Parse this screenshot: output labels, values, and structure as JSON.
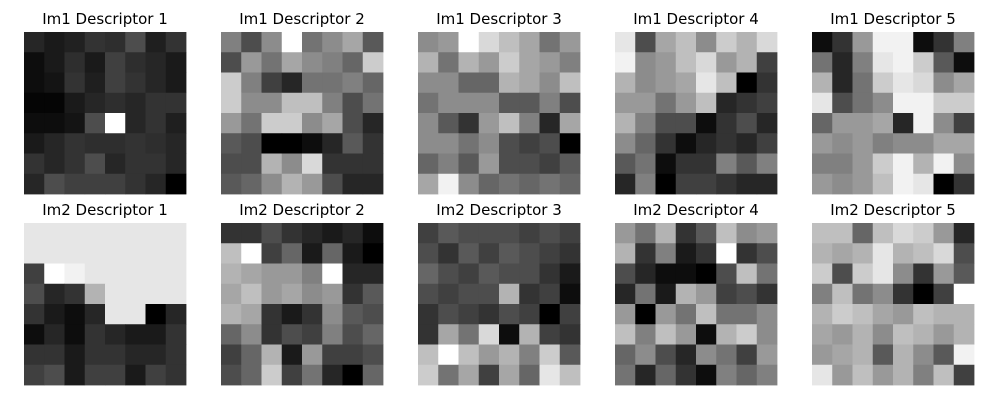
{
  "chart_data": {
    "type": "heatmap",
    "colormap": "gray",
    "value_range": [
      0,
      1
    ],
    "axes": "off",
    "grid": [
      2,
      5
    ],
    "panels": [
      {
        "title": "Im1 Descriptor 1",
        "values": [
          [
            0.15,
            0.1,
            0.13,
            0.2,
            0.18,
            0.3,
            0.12,
            0.2
          ],
          [
            0.05,
            0.1,
            0.18,
            0.1,
            0.25,
            0.18,
            0.15,
            0.1
          ],
          [
            0.05,
            0.08,
            0.2,
            0.12,
            0.25,
            0.2,
            0.15,
            0.1
          ],
          [
            0.02,
            0.02,
            0.1,
            0.15,
            0.18,
            0.15,
            0.2,
            0.2
          ],
          [
            0.05,
            0.05,
            0.08,
            0.3,
            1.0,
            0.15,
            0.2,
            0.12
          ],
          [
            0.1,
            0.15,
            0.2,
            0.18,
            0.18,
            0.2,
            0.18,
            0.15
          ],
          [
            0.2,
            0.15,
            0.2,
            0.3,
            0.15,
            0.2,
            0.2,
            0.15
          ],
          [
            0.15,
            0.3,
            0.25,
            0.25,
            0.25,
            0.2,
            0.15,
            0.0
          ]
        ]
      },
      {
        "title": "Im1 Descriptor 2",
        "values": [
          [
            0.5,
            0.3,
            0.55,
            1.0,
            0.45,
            0.55,
            0.65,
            0.35
          ],
          [
            0.3,
            0.6,
            0.45,
            0.65,
            0.55,
            0.5,
            0.4,
            0.8
          ],
          [
            0.8,
            0.5,
            0.25,
            0.15,
            0.45,
            0.45,
            0.5,
            0.4
          ],
          [
            0.8,
            0.55,
            0.55,
            0.75,
            0.75,
            0.5,
            0.3,
            0.45
          ],
          [
            0.6,
            0.45,
            0.8,
            0.8,
            0.55,
            0.65,
            0.3,
            0.15
          ],
          [
            0.35,
            0.3,
            0.0,
            0.0,
            0.05,
            0.15,
            0.35,
            0.2
          ],
          [
            0.3,
            0.3,
            0.7,
            0.55,
            0.85,
            0.2,
            0.2,
            0.2
          ],
          [
            0.35,
            0.4,
            0.55,
            0.7,
            0.6,
            0.3,
            0.15,
            0.15
          ]
        ]
      },
      {
        "title": "Im1 Descriptor 3",
        "values": [
          [
            0.55,
            0.6,
            1.0,
            0.85,
            0.75,
            0.65,
            0.45,
            0.6
          ],
          [
            0.7,
            0.45,
            0.7,
            0.6,
            0.8,
            0.65,
            0.6,
            0.5
          ],
          [
            0.55,
            0.55,
            0.4,
            0.4,
            0.7,
            0.65,
            0.55,
            0.75
          ],
          [
            0.45,
            0.55,
            0.55,
            0.55,
            0.35,
            0.35,
            0.5,
            0.3
          ],
          [
            0.55,
            0.35,
            0.2,
            0.6,
            0.75,
            0.5,
            0.15,
            0.65
          ],
          [
            0.55,
            0.55,
            0.45,
            0.55,
            0.3,
            0.25,
            0.3,
            0.0
          ],
          [
            0.4,
            0.5,
            0.35,
            0.6,
            0.3,
            0.3,
            0.25,
            0.35
          ],
          [
            0.65,
            0.95,
            0.55,
            0.4,
            0.45,
            0.4,
            0.45,
            0.4
          ]
        ]
      },
      {
        "title": "Im1 Descriptor 4",
        "values": [
          [
            0.9,
            0.3,
            0.65,
            0.75,
            0.55,
            0.8,
            0.7,
            0.85
          ],
          [
            0.95,
            0.55,
            0.6,
            0.75,
            0.85,
            0.6,
            0.7,
            0.25
          ],
          [
            0.7,
            0.55,
            0.6,
            0.65,
            0.9,
            0.75,
            0.0,
            0.2
          ],
          [
            0.6,
            0.6,
            0.45,
            0.6,
            0.75,
            0.15,
            0.2,
            0.25
          ],
          [
            0.7,
            0.5,
            0.3,
            0.3,
            0.05,
            0.2,
            0.3,
            0.15
          ],
          [
            0.55,
            0.4,
            0.2,
            0.05,
            0.15,
            0.2,
            0.15,
            0.25
          ],
          [
            0.35,
            0.45,
            0.05,
            0.2,
            0.2,
            0.5,
            0.35,
            0.5
          ],
          [
            0.15,
            0.5,
            0.0,
            0.25,
            0.25,
            0.2,
            0.15,
            0.15
          ]
        ]
      },
      {
        "title": "Im1 Descriptor 5",
        "values": [
          [
            0.05,
            0.2,
            0.6,
            0.95,
            0.95,
            0.05,
            0.2,
            0.5
          ],
          [
            0.45,
            0.15,
            0.5,
            0.9,
            0.95,
            0.8,
            0.35,
            0.05
          ],
          [
            0.7,
            0.15,
            0.45,
            0.8,
            0.9,
            0.85,
            0.55,
            0.65
          ],
          [
            0.9,
            0.3,
            0.45,
            0.55,
            0.95,
            0.95,
            0.8,
            0.8
          ],
          [
            0.4,
            0.6,
            0.6,
            0.65,
            0.15,
            0.95,
            0.55,
            0.25
          ],
          [
            0.6,
            0.55,
            0.6,
            0.5,
            0.55,
            0.55,
            0.65,
            0.65
          ],
          [
            0.5,
            0.5,
            0.6,
            0.8,
            0.95,
            0.7,
            0.95,
            0.55
          ],
          [
            0.6,
            0.55,
            0.6,
            0.75,
            0.95,
            0.9,
            0.0,
            0.2
          ]
        ]
      },
      {
        "title": "Im2 Descriptor 1",
        "values": [
          [
            0.9,
            0.9,
            0.9,
            0.9,
            0.9,
            0.9,
            0.9,
            0.9
          ],
          [
            0.9,
            0.9,
            0.9,
            0.9,
            0.9,
            0.9,
            0.9,
            0.9
          ],
          [
            0.25,
            1.0,
            0.95,
            0.9,
            0.9,
            0.9,
            0.9,
            0.9
          ],
          [
            0.3,
            0.15,
            0.2,
            0.7,
            0.9,
            0.9,
            0.9,
            0.9
          ],
          [
            0.2,
            0.1,
            0.05,
            0.15,
            0.9,
            0.9,
            0.0,
            0.15
          ],
          [
            0.05,
            0.15,
            0.05,
            0.2,
            0.15,
            0.1,
            0.1,
            0.2
          ],
          [
            0.2,
            0.2,
            0.1,
            0.2,
            0.2,
            0.15,
            0.15,
            0.2
          ],
          [
            0.25,
            0.3,
            0.1,
            0.25,
            0.25,
            0.1,
            0.25,
            0.2
          ]
        ]
      },
      {
        "title": "Im2 Descriptor 2",
        "values": [
          [
            0.2,
            0.2,
            0.3,
            0.2,
            0.15,
            0.1,
            0.15,
            0.05
          ],
          [
            0.75,
            1.0,
            0.25,
            0.4,
            0.1,
            0.4,
            0.1,
            0.0
          ],
          [
            0.7,
            0.65,
            0.6,
            0.6,
            0.5,
            1.0,
            0.15,
            0.15
          ],
          [
            0.65,
            0.75,
            0.6,
            0.65,
            0.55,
            0.6,
            0.2,
            0.35
          ],
          [
            0.7,
            0.65,
            0.2,
            0.1,
            0.2,
            0.55,
            0.35,
            0.3
          ],
          [
            0.4,
            0.55,
            0.2,
            0.3,
            0.25,
            0.5,
            0.3,
            0.4
          ],
          [
            0.25,
            0.4,
            0.7,
            0.1,
            0.6,
            0.25,
            0.25,
            0.3
          ],
          [
            0.3,
            0.4,
            0.8,
            0.25,
            0.45,
            0.15,
            0.0,
            0.4
          ]
        ]
      },
      {
        "title": "Im2 Descriptor 3",
        "values": [
          [
            0.25,
            0.35,
            0.3,
            0.3,
            0.3,
            0.25,
            0.3,
            0.25
          ],
          [
            0.3,
            0.2,
            0.35,
            0.25,
            0.35,
            0.3,
            0.25,
            0.2
          ],
          [
            0.4,
            0.3,
            0.25,
            0.35,
            0.3,
            0.3,
            0.2,
            0.1
          ],
          [
            0.3,
            0.25,
            0.3,
            0.3,
            0.7,
            0.2,
            0.25,
            0.05
          ],
          [
            0.2,
            0.3,
            0.25,
            0.2,
            0.3,
            0.25,
            0.0,
            0.25
          ],
          [
            0.2,
            0.65,
            0.45,
            0.85,
            0.05,
            0.7,
            0.25,
            0.2
          ],
          [
            0.75,
            1.0,
            0.75,
            0.6,
            0.7,
            0.5,
            0.8,
            0.35
          ],
          [
            0.8,
            0.45,
            0.65,
            0.25,
            0.65,
            0.4,
            0.9,
            0.75
          ]
        ]
      },
      {
        "title": "Im2 Descriptor 4",
        "values": [
          [
            0.6,
            0.45,
            0.7,
            0.2,
            0.35,
            0.75,
            0.55,
            0.6
          ],
          [
            0.7,
            0.2,
            0.5,
            0.1,
            0.2,
            1.0,
            0.2,
            0.3
          ],
          [
            0.3,
            0.15,
            0.05,
            0.05,
            0.0,
            0.3,
            0.75,
            0.45
          ],
          [
            0.15,
            0.45,
            0.1,
            0.7,
            0.6,
            0.25,
            0.3,
            0.2
          ],
          [
            0.6,
            0.0,
            0.6,
            0.45,
            0.75,
            0.45,
            0.45,
            0.55
          ],
          [
            0.75,
            0.5,
            0.75,
            0.6,
            0.05,
            0.7,
            0.8,
            0.55
          ],
          [
            0.4,
            0.55,
            0.3,
            0.15,
            0.55,
            0.45,
            0.25,
            0.6
          ],
          [
            0.45,
            0.15,
            0.4,
            0.2,
            0.05,
            0.5,
            0.4,
            0.5
          ]
        ]
      },
      {
        "title": "Im2 Descriptor 5",
        "values": [
          [
            0.75,
            0.75,
            0.4,
            0.75,
            0.85,
            0.8,
            0.6,
            0.15
          ],
          [
            0.7,
            0.65,
            0.7,
            0.9,
            0.7,
            0.75,
            0.85,
            0.3
          ],
          [
            0.8,
            0.3,
            0.8,
            0.9,
            0.55,
            0.2,
            0.6,
            0.35
          ],
          [
            0.5,
            0.75,
            0.45,
            0.55,
            0.2,
            0.0,
            0.25,
            1.0
          ],
          [
            0.7,
            0.8,
            0.75,
            0.65,
            0.6,
            0.75,
            0.7,
            0.7
          ],
          [
            0.65,
            0.6,
            0.7,
            0.55,
            0.75,
            0.7,
            0.6,
            0.7
          ],
          [
            0.6,
            0.65,
            0.7,
            0.35,
            0.7,
            0.55,
            0.35,
            0.95
          ],
          [
            0.9,
            0.6,
            0.75,
            0.6,
            0.7,
            0.5,
            0.75,
            0.25
          ]
        ]
      }
    ]
  }
}
